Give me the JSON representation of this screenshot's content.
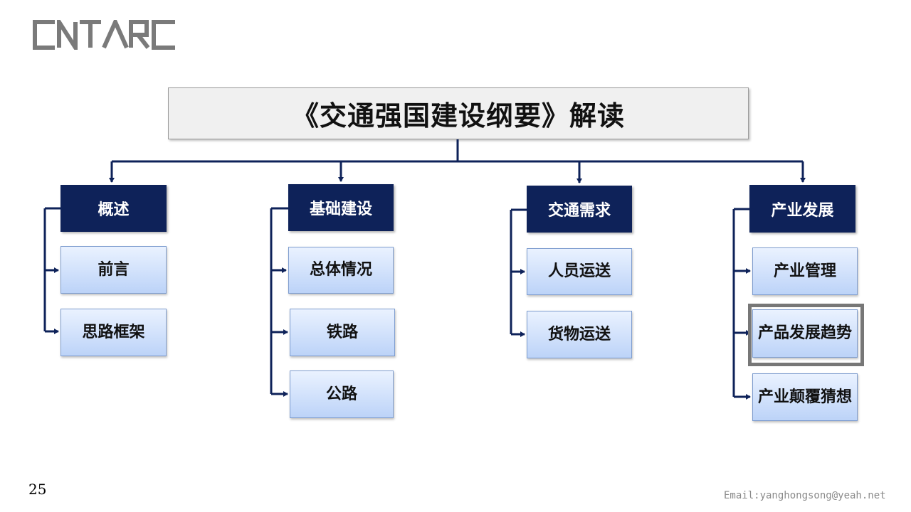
{
  "logo": {
    "text": "CNTARC",
    "color": "#7a7a7a"
  },
  "title": "《交通强国建设纲要》解读",
  "sections": [
    {
      "heading": "概述",
      "items": [
        "前言",
        "思路框架"
      ]
    },
    {
      "heading": "基础建设",
      "items": [
        "总体情况",
        "铁路",
        "公路"
      ]
    },
    {
      "heading": "交通需求",
      "items": [
        "人员运送",
        "货物运送"
      ]
    },
    {
      "heading": "产业发展",
      "items": [
        "产业管理",
        "产品发展趋势",
        "产业颠覆猜想"
      ]
    }
  ],
  "highlighted_item": "产品发展趋势",
  "page_number": "25",
  "email": "Email:yanghongsong@yeah.net",
  "colors": {
    "heading_bg": "#0e2259",
    "connector": "#0e2259",
    "item_gradient_top": "#eaf2ff",
    "item_gradient_bottom": "#bcd3f8",
    "highlight_border": "#777777"
  }
}
